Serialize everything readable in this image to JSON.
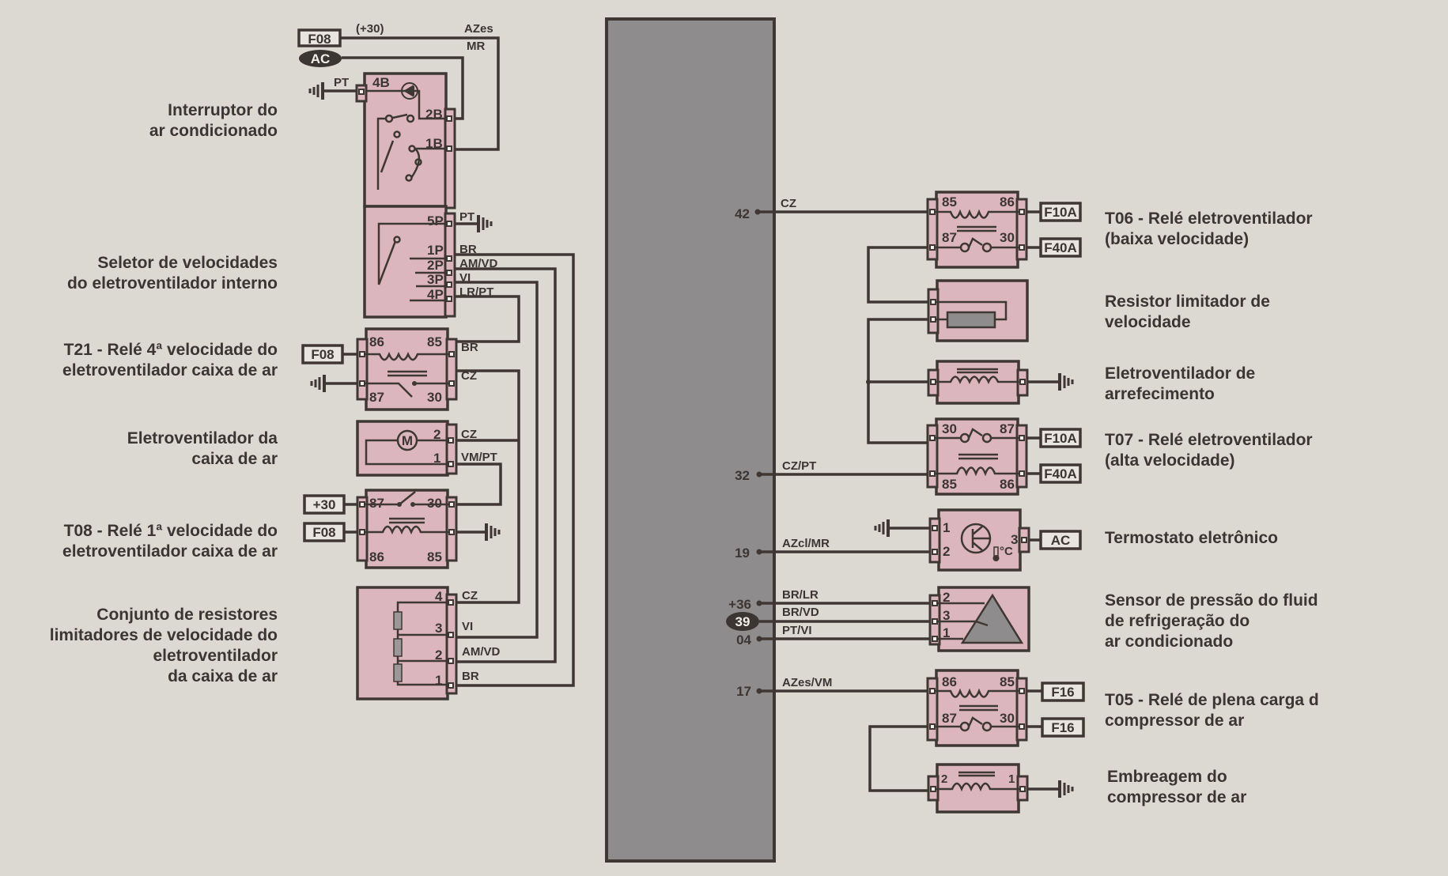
{
  "ecu": {
    "color": "#8e8c8c"
  },
  "colors": {
    "component_fill": "#dcb6bf",
    "wire": "#3f3734",
    "background": "#dcd8d2"
  },
  "left_components": [
    {
      "id": "interruptor",
      "label": [
        "Interruptor do",
        "ar condicionado"
      ],
      "pins": [
        "4B",
        "2B",
        "1B"
      ]
    },
    {
      "id": "seletor",
      "label": [
        "Seletor de velocidades",
        "do eletroventilador interno"
      ],
      "pins": [
        "5P",
        "1P",
        "2P",
        "3P",
        "4P"
      ]
    },
    {
      "id": "t21",
      "label": [
        "T21 - Relé 4ª velocidade do",
        "eletroventilador  caixa de ar"
      ],
      "pins": [
        "86",
        "85",
        "87",
        "30"
      ]
    },
    {
      "id": "eletroventilador_caixa",
      "label": [
        "Eletroventilador da",
        "caixa de ar"
      ],
      "pins": [
        "2",
        "1"
      ],
      "symbol": "M"
    },
    {
      "id": "t08",
      "label": [
        "T08 - Relé 1ª velocidade do",
        "eletroventilador caixa de ar"
      ],
      "pins": [
        "87",
        "30",
        "86",
        "85"
      ]
    },
    {
      "id": "resistores",
      "label": [
        "Conjunto de resistores",
        "limitadores de velocidade do",
        "eletroventilador",
        "da caixa de ar"
      ],
      "pins": [
        "4",
        "3",
        "2",
        "1"
      ]
    }
  ],
  "right_components": [
    {
      "id": "t06",
      "label": [
        "T06 - Relé eletroventilador",
        "(baixa velocidade)"
      ],
      "pins": [
        "85",
        "86",
        "87",
        "30"
      ]
    },
    {
      "id": "resistor_limitador",
      "label": [
        "Resistor limitador de",
        "velocidade"
      ]
    },
    {
      "id": "eletroventilador_arref",
      "label": [
        "Eletroventilador de",
        "arrefecimento"
      ]
    },
    {
      "id": "t07",
      "label": [
        "T07 - Relé eletroventilador",
        "(alta velocidade)"
      ],
      "pins": [
        "30",
        "87",
        "85",
        "86"
      ]
    },
    {
      "id": "termostato",
      "label": [
        "Termostato eletrônico"
      ],
      "pins": [
        "1",
        "2",
        "3"
      ],
      "unit": "°C"
    },
    {
      "id": "sensor_pressao",
      "label": [
        "Sensor de pressão do fluid",
        "de refrigeração do",
        "ar condicionado"
      ],
      "pins": [
        "2",
        "3",
        "1"
      ]
    },
    {
      "id": "t05",
      "label": [
        "T05 - Relé de plena carga d",
        "compressor de ar"
      ],
      "pins": [
        "86",
        "85",
        "87",
        "30"
      ]
    },
    {
      "id": "embreagem",
      "label": [
        "Embreagem do",
        "compressor de ar"
      ],
      "pins": [
        "2",
        "1"
      ]
    }
  ],
  "fuses": {
    "f08": "F08",
    "ac": "AC",
    "plus30": "+30",
    "f10a": "F10A",
    "f40a": "F40A",
    "f16": "F16"
  },
  "wires": {
    "plus30_top": "(+30)",
    "azes": "AZes",
    "mr": "MR",
    "pt": "PT",
    "br": "BR",
    "amvd": "AM/VD",
    "vi": "VI",
    "lrpt": "LR/PT",
    "cz": "CZ",
    "vmpt": "VM/PT",
    "czpt": "CZ/PT",
    "azclmr": "AZcl/MR",
    "brlr": "BR/LR",
    "brvd": "BR/VD",
    "ptvi": "PT/VI",
    "azesvm": "AZes/VM"
  },
  "ecu_pins": [
    "42",
    "32",
    "19",
    "+36",
    "39",
    "04",
    "17"
  ]
}
